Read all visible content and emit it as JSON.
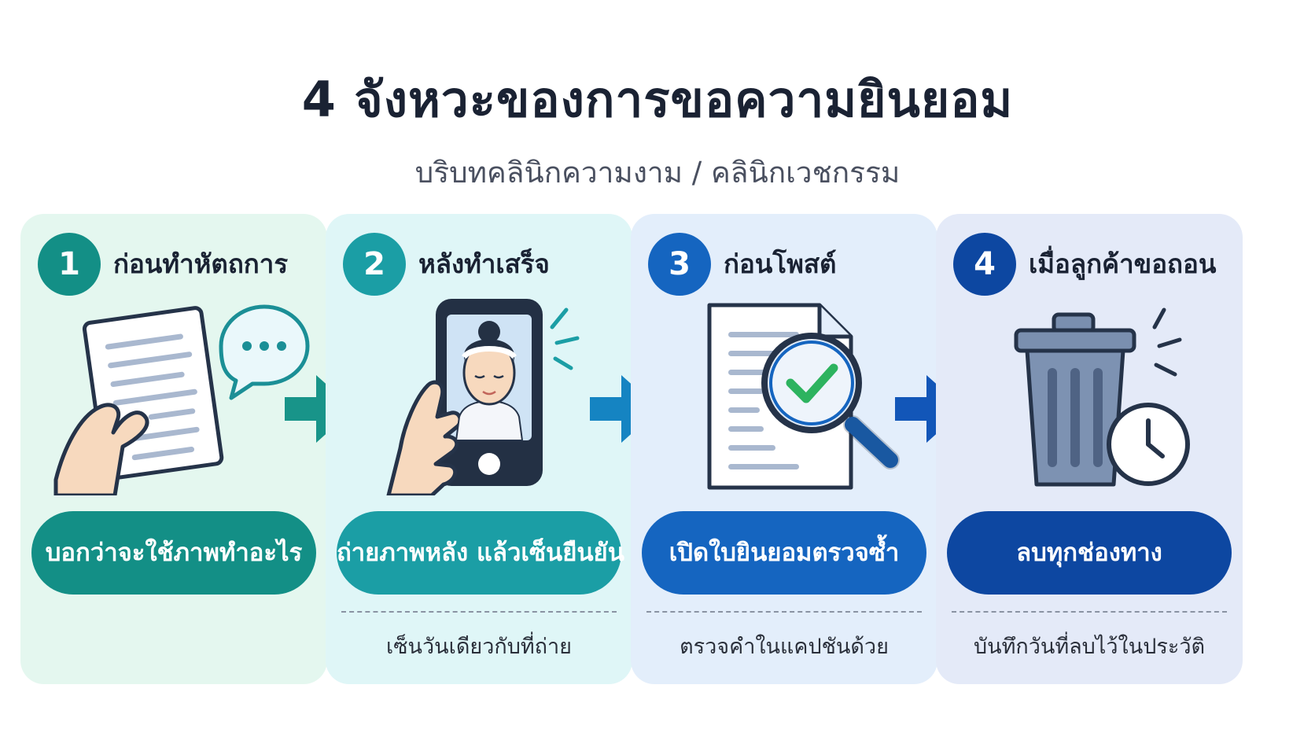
{
  "title": "4 จังหวะของการขอความยินยอม",
  "subtitle": "บริบทคลินิกความงาม / คลินิกเวชกรรม",
  "colors": {
    "step1": "#138f86",
    "step2": "#1b9ea5",
    "step3": "#1565c0",
    "step4": "#0d47a1"
  },
  "steps": [
    {
      "number": "1",
      "title": "ก่อนทำหัตถการ",
      "action": "บอกว่าจะใช้ภาพทำอะไร",
      "note": "",
      "icons": [
        "hand-holding-document-icon",
        "speech-bubble-icon"
      ]
    },
    {
      "number": "2",
      "title": "หลังทำเสร็จ",
      "action": "ถ่ายภาพหลัง แล้วเซ็นยืนยัน",
      "note": "เซ็นวันเดียวกับที่ถ่าย",
      "icons": [
        "hand-holding-phone-icon",
        "face-photo-icon"
      ]
    },
    {
      "number": "3",
      "title": "ก่อนโพสต์",
      "action": "เปิดใบยินยอมตรวจซ้ำ",
      "note": "ตรวจคำในแคปชันด้วย",
      "icons": [
        "document-icon",
        "magnifier-check-icon"
      ]
    },
    {
      "number": "4",
      "title": "เมื่อลูกค้าขอถอน",
      "action": "ลบทุกช่องทาง",
      "note": "บันทึกวันที่ลบไว้ในประวัติ",
      "icons": [
        "trash-can-icon",
        "clock-icon"
      ]
    }
  ]
}
